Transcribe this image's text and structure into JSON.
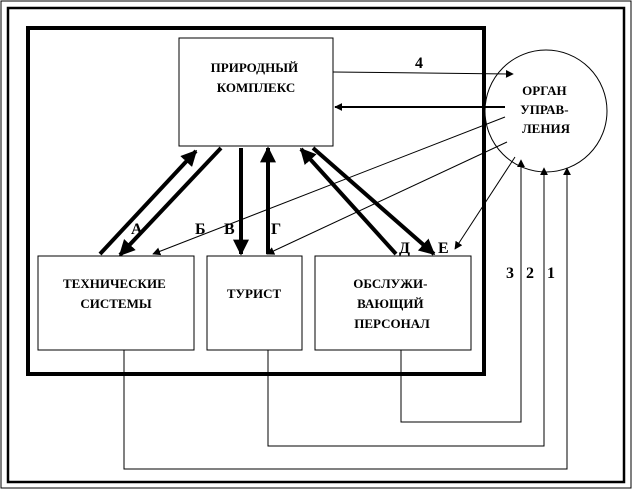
{
  "nodes": {
    "nature": [
      "ПРИРОДНЫЙ",
      "КОМПЛЕКС"
    ],
    "organ": [
      "ОРГАН",
      "УПРАВ-",
      "ЛЕНИЯ"
    ],
    "tech": [
      "ТЕХНИЧЕСКИЕ",
      "СИСТЕМЫ"
    ],
    "tourist": [
      "ТУРИСТ"
    ],
    "staff": [
      "ОБСЛУЖИ-",
      "ВАЮЩИЙ",
      "ПЕРСОНАЛ"
    ]
  },
  "labels": {
    "a": "А",
    "b": "Б",
    "v": "В",
    "g": "Г",
    "d": "Д",
    "e": "Е",
    "n1": "1",
    "n2": "2",
    "n3": "3",
    "n4": "4"
  }
}
